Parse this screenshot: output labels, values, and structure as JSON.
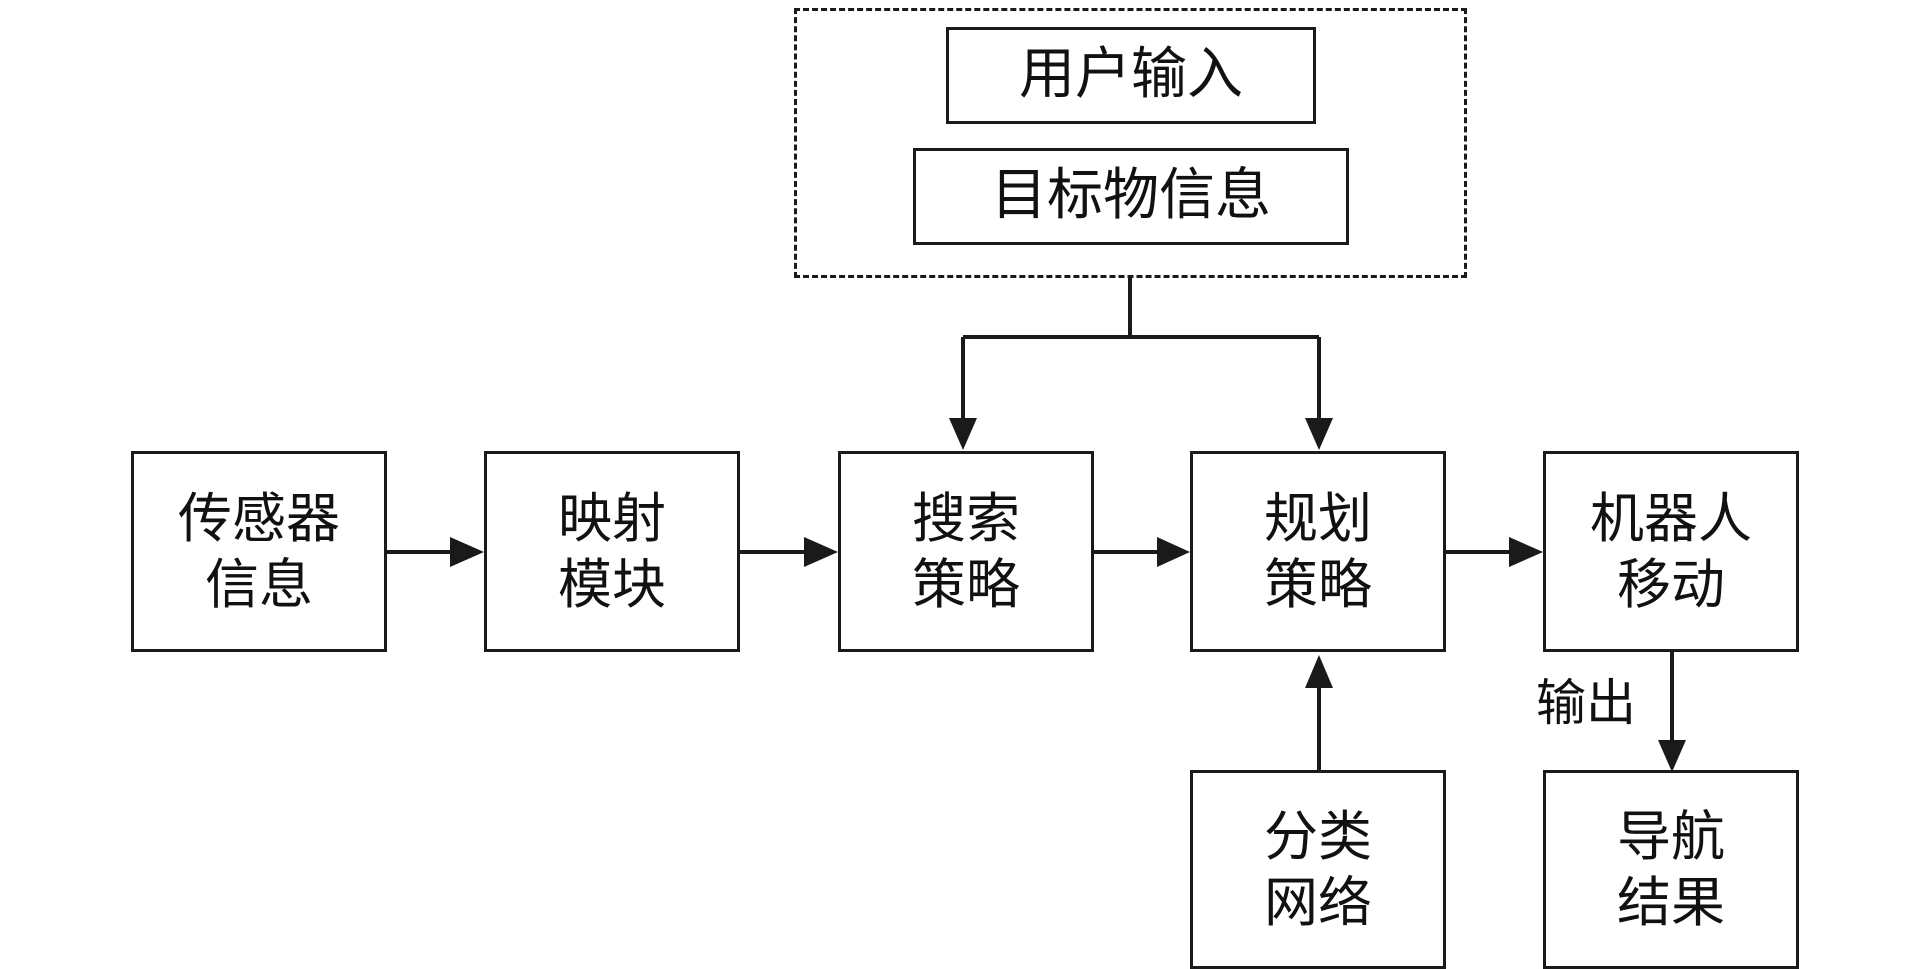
{
  "diagram": {
    "user_input": "用户输入",
    "target_info": "目标物信息",
    "nodes": {
      "sensor": [
        "传感器",
        "信息"
      ],
      "mapping": [
        "映射",
        "模块"
      ],
      "search": [
        "搜索",
        "策略"
      ],
      "planning": [
        "规划",
        "策略"
      ],
      "robot": [
        "机器人",
        "移动"
      ],
      "classifier": [
        "分类",
        "网络"
      ],
      "result": [
        "导航",
        "结果"
      ]
    },
    "edge_label_output": "输出",
    "colors": {
      "stroke": "#1a1a1a",
      "background": "#ffffff"
    }
  }
}
